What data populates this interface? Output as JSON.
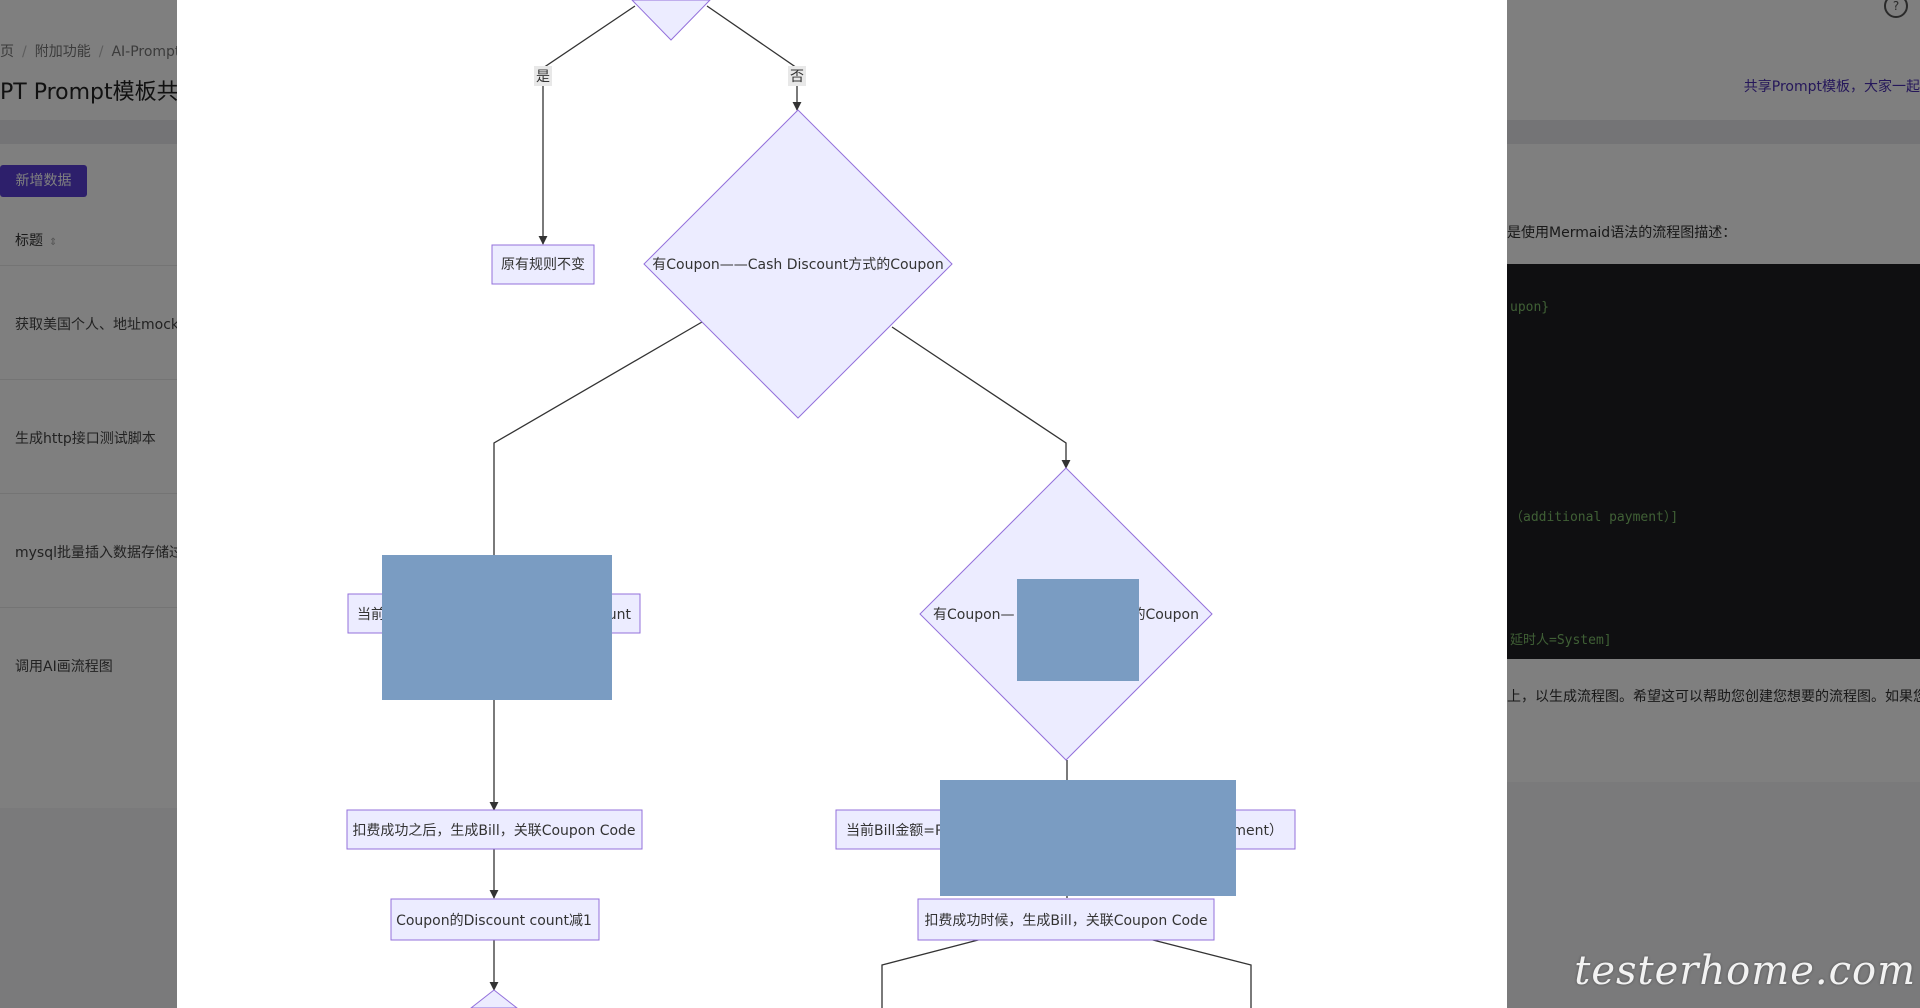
{
  "background_page": {
    "breadcrumb": [
      "页",
      "附加功能",
      "AI-Prompt"
    ],
    "page_title": "PT Prompt模板共享",
    "slogan": "共享Prompt模板，大家一起",
    "add_button": "新增数据",
    "column_title": "标题",
    "rows": [
      "获取美国个人、地址mock",
      "生成http接口测试脚本",
      "mysql批量插入数据存储过",
      "调用AI画流程图"
    ],
    "side_text": "是使用Mermaid语法的流程图描述：",
    "code_lines": [
      "upon}",
      "（additional payment）]",
      "延时人=System]"
    ],
    "side_text2": "上，以生成流程图。希望这可以帮助您创建您想要的流程图。如果您"
  },
  "flow": {
    "edge_yes": "是",
    "edge_no": "否",
    "keep_rule": "原有规则不变",
    "decision_cash": "有Coupon——Cash Discount方式的Coupon",
    "left_box_prefix": "当前",
    "left_box_suffix": "unt",
    "decision_right_prefix": "有Coupon—",
    "decision_right_suffix": "的Coupon",
    "left_bill": "扣费成功之后，生成Bill，关联Coupon Code",
    "coupon_count": "Coupon的Discount count减1",
    "right_box_prefix": "当前Bill金额=P",
    "right_box_suffix": "yment）",
    "right_bill": "扣费成功时候，生成Bill，关联Coupon Code"
  },
  "watermark": "testerhome.com",
  "colors": {
    "node_fill": "#ececff",
    "node_stroke": "#9370db",
    "redaction": "#7a9cc2",
    "accent": "#5a3fd6"
  }
}
